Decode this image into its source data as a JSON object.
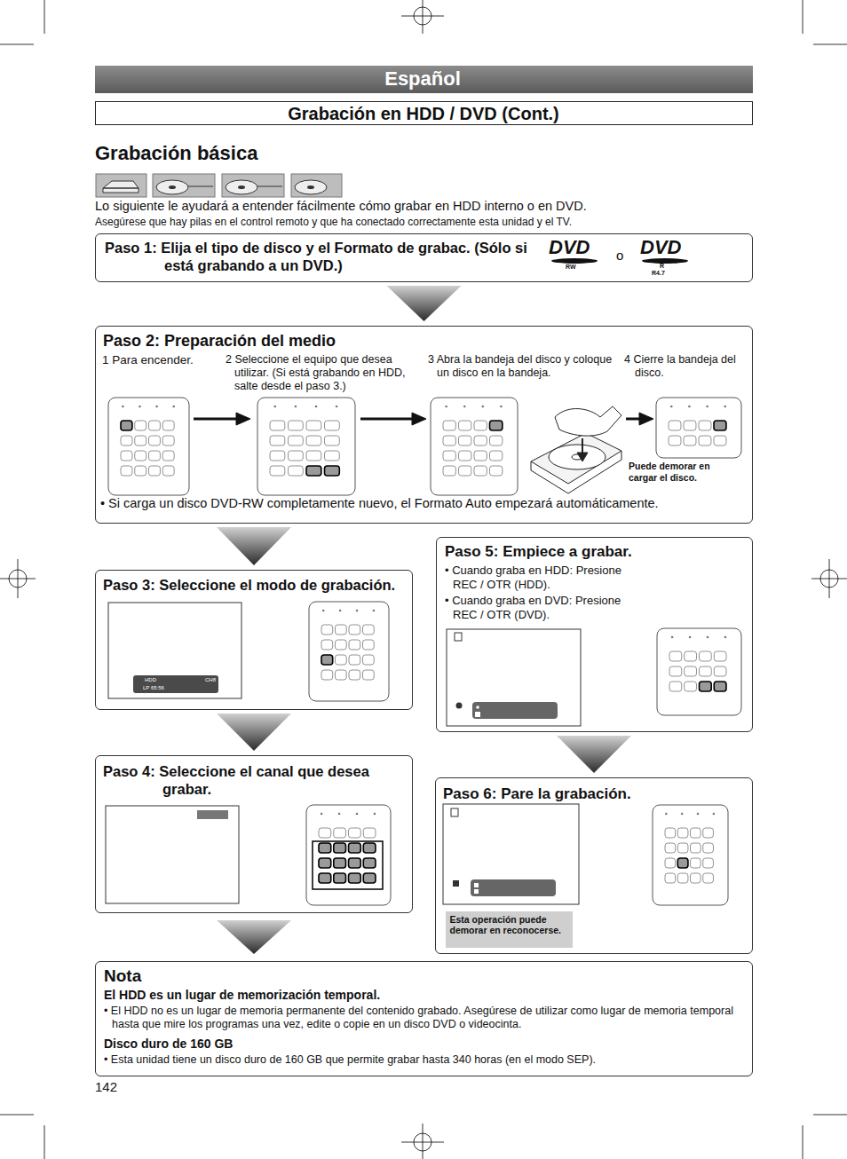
{
  "diagram": {
    "title": "Grabación básica",
    "nodes": [
      {
        "text": [
          "Español"
        ]
      },
      {
        "text": [
          "Grabación en HDD / DVD (Cont.)"
        ]
      },
      {
        "text": [
          "Paso 1: Elija el tipo de disco y el Formato de grabac. (Sólo si está grabando a un DVD.)",
          "o"
        ]
      },
      {
        "text": [
          "Paso 2: Preparación del medio",
          "1 Para encender.",
          "2 Seleccione el equipo que desea utilizar. (Si está grabando en HDD, salte desde el paso 3.)",
          "3 Abra la bandeja del disco y coloque un disco en la bandeja.",
          "4 Cierre la bandeja del disco.",
          "Puede demorar en cargar el disco.",
          "• Si carga un disco DVD-RW completamente nuevo, el Formato Auto empezará automáticamente."
        ]
      },
      {
        "text": [
          "Paso 3: Seleccione el modo de grabación."
        ]
      },
      {
        "text": [
          "Paso 4: Seleccione el canal que desea grabar."
        ]
      },
      {
        "text": [
          "Paso 5: Empiece a grabar.",
          "• Cuando graba en HDD: Presione REC / OTR (HDD).",
          "• Cuando graba en DVD: Presione REC / OTR (DVD)."
        ]
      },
      {
        "text": [
          "Paso 6: Pare la grabación."
        ]
      },
      {
        "text": [
          "Esta operación puede demorar en reconocerse."
        ],
        "in": 7
      },
      {
        "text": [
          "Nota",
          "El HDD es un lugar de memorización temporal.",
          "• El HDD no es un lugar de memoria permanente del contenido grabado. Asegúrese de utilizar como lugar de memoria temporal hasta que mire los programas una vez, edite o copie en un disco DVD o videocinta.",
          "Disco duro de 160 GB",
          "• Esta unidad tiene un disco duro de 160 GB que permite grabar hasta 340 horas (en el modo SEP)."
        ]
      }
    ],
    "edges": [
      {
        "from": 2,
        "to": 3,
        "arrow": "to"
      },
      {
        "from": 3,
        "to": 4,
        "arrow": "to"
      },
      {
        "from": 4,
        "to": 5,
        "arrow": "to"
      },
      {
        "from": 6,
        "to": 7,
        "arrow": "to"
      }
    ],
    "labels": [
      "Lo siguiente le ayudará a entender fácilmente cómo grabar en HDD interno o en DVD.",
      "Asegúrese que hay pilas en el control remoto y que ha conectado correctamente esta unidad y el TV.",
      "DVD",
      "RW",
      "DVD",
      "R",
      "R4.7",
      "HDD",
      "CH8",
      "LP 65:56",
      "142"
    ]
  }
}
